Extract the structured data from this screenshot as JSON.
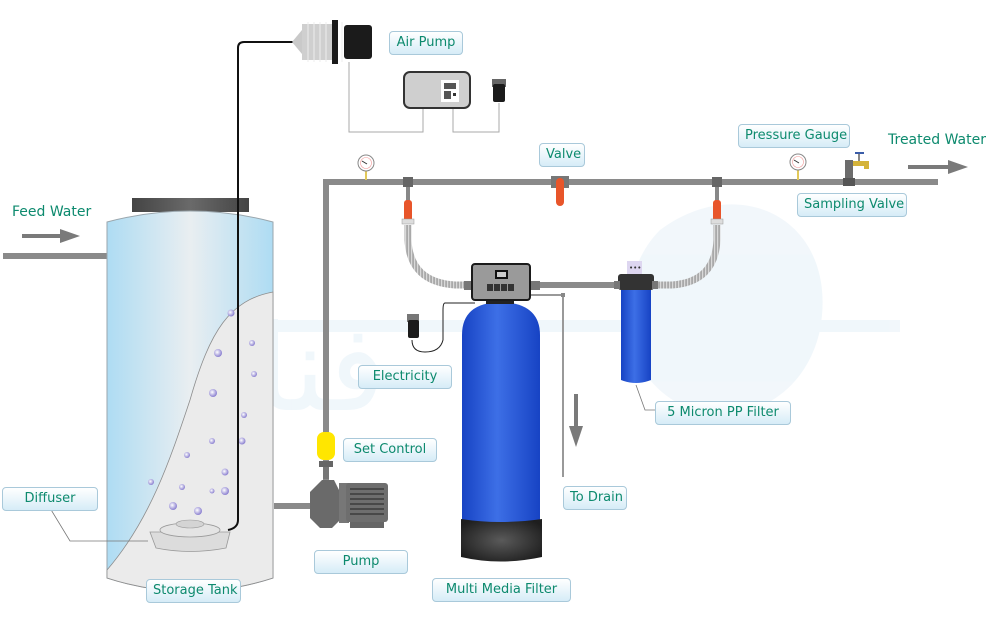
{
  "title": "Aeration Water Treatment Process Diagram",
  "labels": {
    "air_pump": "Air Pump",
    "valve": "Valve",
    "pressure_gauge": "Pressure Gauge",
    "treated_water": "Treated Water",
    "sampling_valve": "Sampling Valve",
    "feed_water": "Feed Water",
    "electricity": "Electricity",
    "set_control": "Set Control",
    "diffuser": "Diffuser",
    "pump": "Pump",
    "storage_tank": "Storage Tank",
    "to_drain": "To Drain",
    "multi_media_filter": "Multi Media Filter",
    "micron_filter": "5 Micron PP Filter"
  },
  "colors": {
    "label_text": "#0d8a6e",
    "pipe": "#7a7a7a",
    "valve_handle": "#e8552a",
    "filter_blue": "#1f4fd6",
    "tank_water": "#bfe3f5",
    "set_control": "#ffe600",
    "bubble": "#9b8fd6"
  }
}
